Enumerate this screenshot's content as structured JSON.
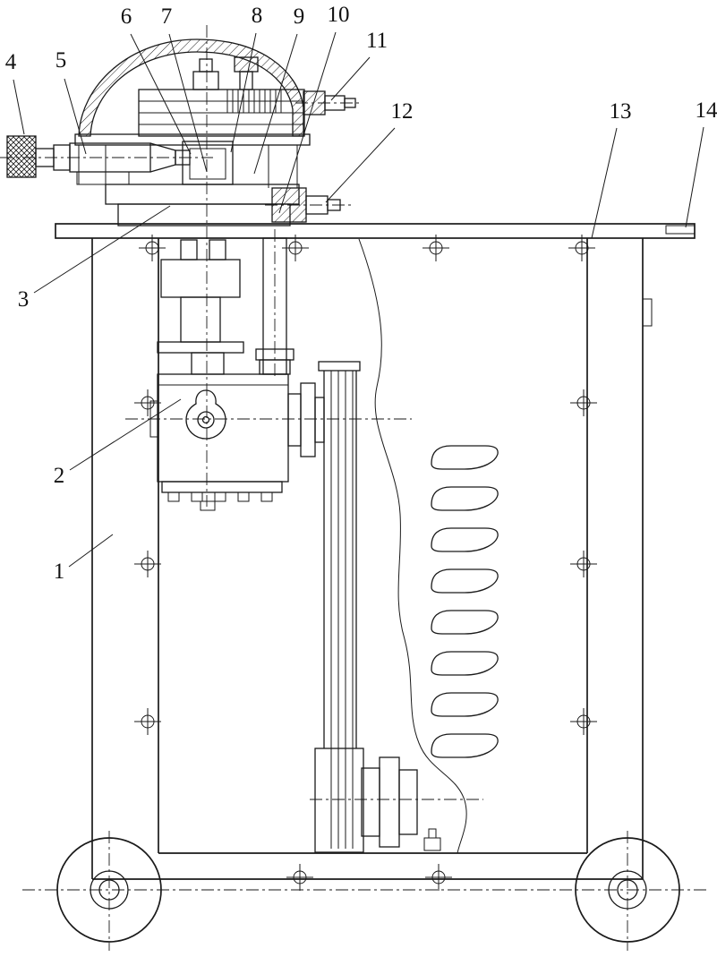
{
  "figure": {
    "background_color": "#ffffff",
    "line_color": "#1a1a1a",
    "callouts": [
      {
        "label": "1"
      },
      {
        "label": "2"
      },
      {
        "label": "3"
      },
      {
        "label": "4"
      },
      {
        "label": "5"
      },
      {
        "label": "6"
      },
      {
        "label": "7"
      },
      {
        "label": "8"
      },
      {
        "label": "9"
      },
      {
        "label": "10"
      },
      {
        "label": "11"
      },
      {
        "label": "12"
      },
      {
        "label": "13"
      },
      {
        "label": "14"
      }
    ]
  }
}
